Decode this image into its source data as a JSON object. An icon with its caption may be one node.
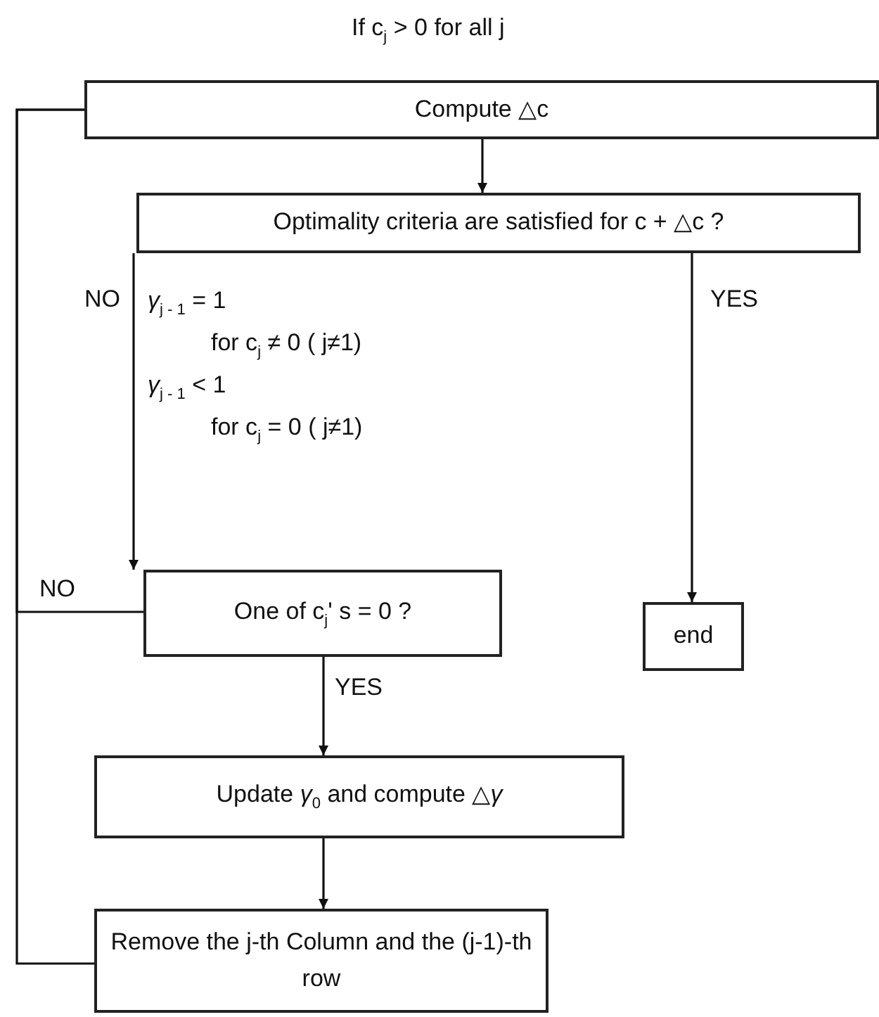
{
  "diagram": {
    "title": "If c$_{j}$ > 0 for all j",
    "nodes": [
      {
        "text": [
          "Compute △c"
        ]
      },
      {
        "text": [
          "Optimality criteria are satisfied for c + △c ?"
        ]
      },
      {
        "text": [
          "One of c$_{j}$' s = 0 ?"
        ]
      },
      {
        "text": [
          "end"
        ]
      },
      {
        "text": [
          "Update *γ*$_{0}$ and compute △*γ*"
        ]
      },
      {
        "text": [
          "Remove the j-th Column and the (j-1)-th row"
        ]
      }
    ],
    "edges": [
      {
        "from": 0,
        "to": 1,
        "arrow": "to"
      },
      {
        "from": 1,
        "to": 2,
        "arrow": "to",
        "label": "NO"
      },
      {
        "from": 1,
        "to": 3,
        "arrow": "to",
        "label": "YES"
      },
      {
        "from": 2,
        "to": 4,
        "arrow": "to",
        "label": "YES"
      },
      {
        "from": 4,
        "to": 5,
        "arrow": "to"
      },
      {
        "from": 2,
        "to": 0,
        "arrow": "none",
        "label": "NO"
      },
      {
        "from": 5,
        "to": 0,
        "arrow": "none"
      }
    ],
    "labels": [
      "*γ*$_{j - 1}$ = 1",
      "for c$_{j}$ ≠ 0 ( j≠1)",
      "*γ*$_{j - 1}$ < 1",
      "for c$_{j}$ = 0 ( j≠1)"
    ]
  }
}
